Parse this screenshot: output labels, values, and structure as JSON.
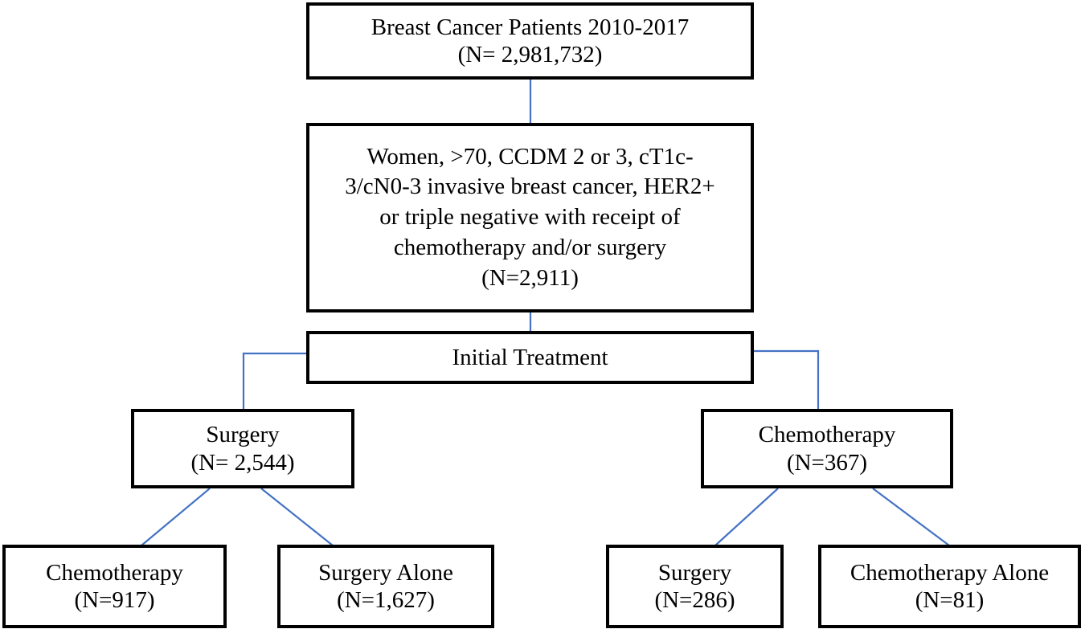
{
  "diagram": {
    "title": "Breast cancer patient selection and initial treatment flow",
    "line_color": "#4472C4",
    "box_border_color": "#000000",
    "background_color": "#FFFFFF",
    "nodes": {
      "root": {
        "lines": [
          "Breast Cancer Patients 2010-2017",
          "(N= 2,981,732)"
        ]
      },
      "criteria": {
        "lines": [
          "Women, >70, CCDM 2 or 3, cT1c-",
          "3/cN0-3 invasive breast cancer, HER2+",
          "or triple negative with receipt of",
          "chemotherapy and/or surgery",
          "(N=2,911)"
        ]
      },
      "initial_treatment": {
        "lines": [
          "Initial Treatment"
        ]
      },
      "surgery_branch": {
        "lines": [
          "Surgery",
          "(N= 2,544)"
        ]
      },
      "chemotherapy_branch": {
        "lines": [
          "Chemotherapy",
          "(N=367)"
        ]
      },
      "leaf_chemotherapy": {
        "lines": [
          "Chemotherapy",
          "(N=917)"
        ]
      },
      "leaf_surgery_alone": {
        "lines": [
          "Surgery Alone",
          "(N=1,627)"
        ]
      },
      "leaf_surgery": {
        "lines": [
          "Surgery",
          "(N=286)"
        ]
      },
      "leaf_chemotherapy_alone": {
        "lines": [
          "Chemotherapy Alone",
          "(N=81)"
        ]
      }
    }
  }
}
